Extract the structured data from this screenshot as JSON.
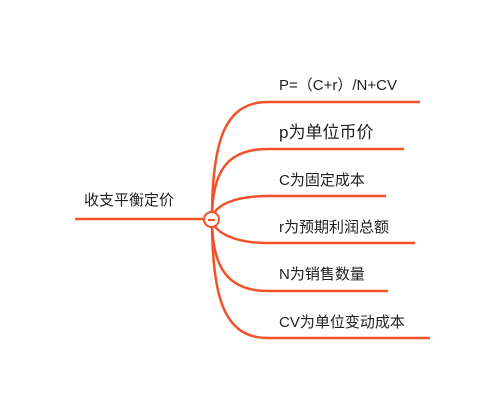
{
  "colors": {
    "branch": "#f0522a",
    "text": "#1f1f1f"
  },
  "root": {
    "label": "收支平衡定价",
    "collapse_icon": "minus-circle-icon"
  },
  "branches": [
    {
      "label": "P=（C+r）/N+CV"
    },
    {
      "label": "p为单位币价"
    },
    {
      "label": "C为固定成本"
    },
    {
      "label": "r为预期利润总额"
    },
    {
      "label": "N为销售数量"
    },
    {
      "label": "CV为单位变动成本"
    }
  ]
}
